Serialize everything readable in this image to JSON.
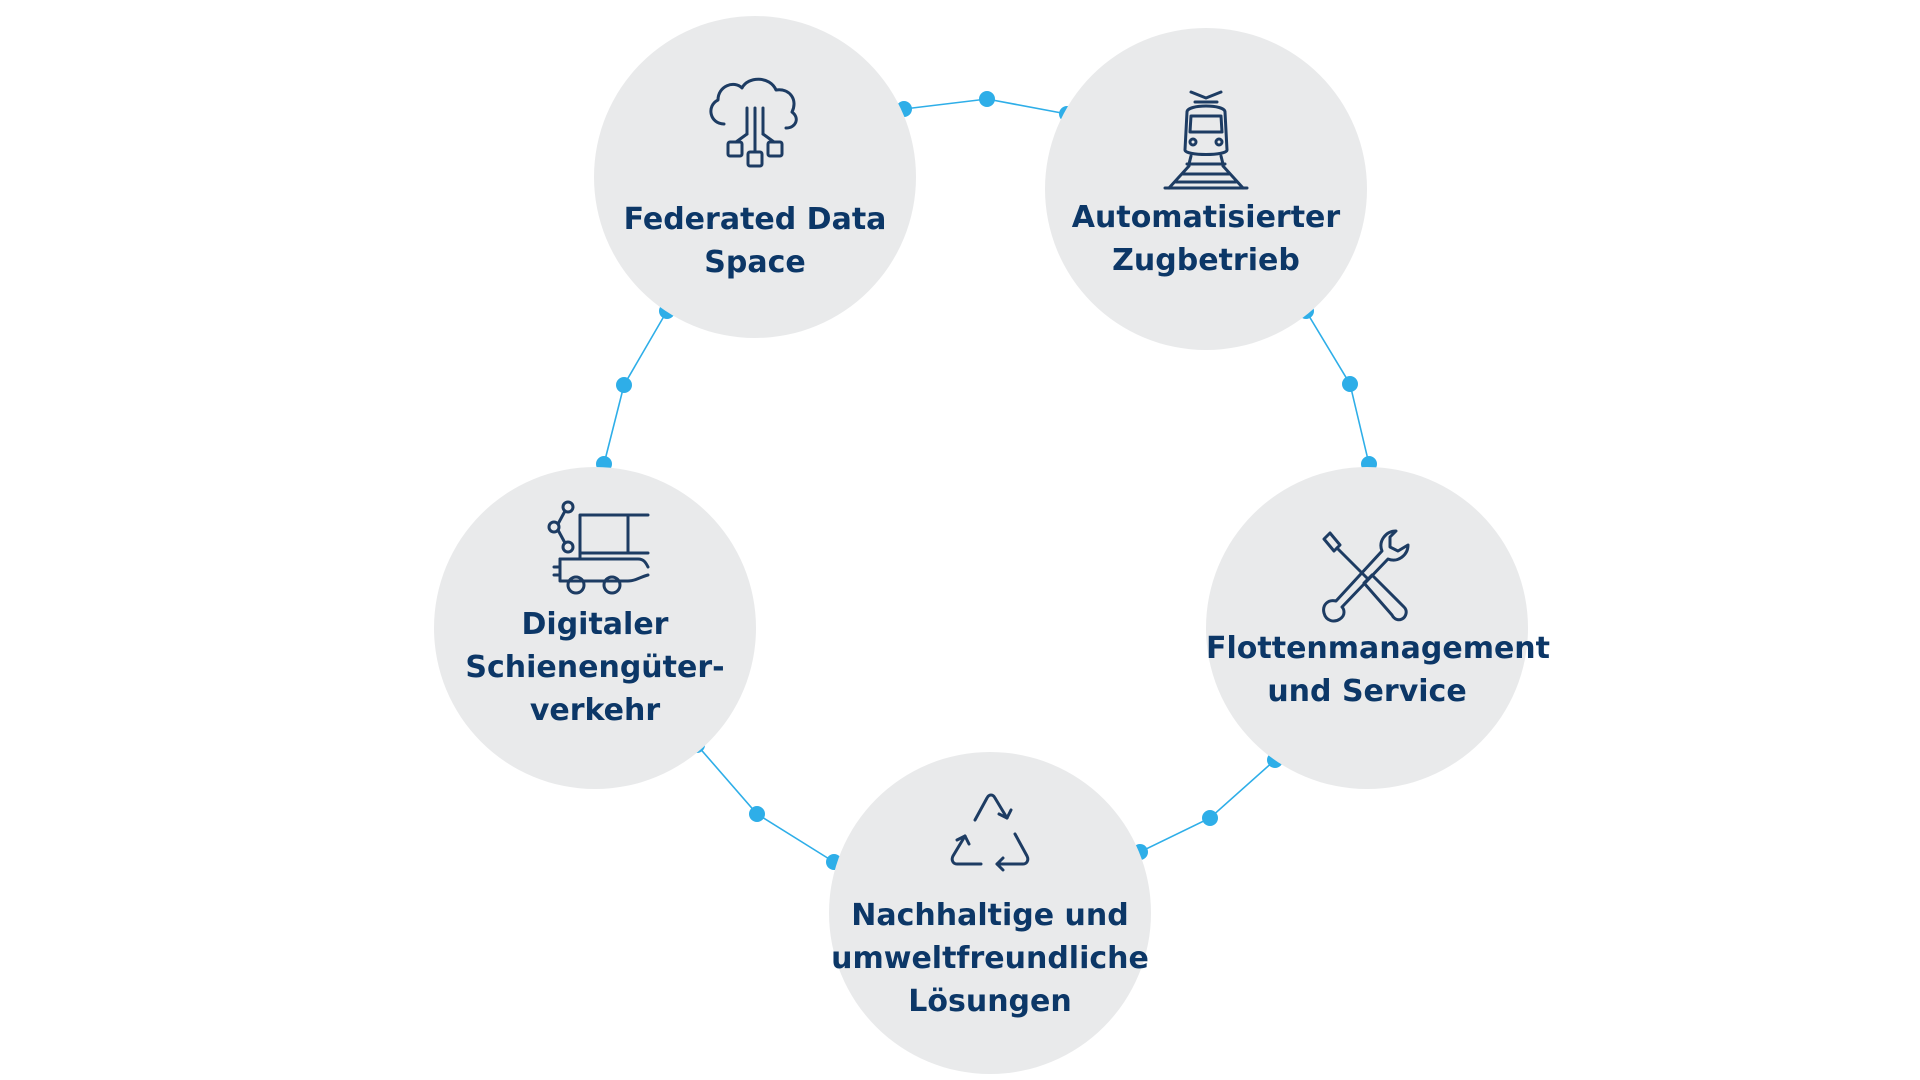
{
  "diagram": {
    "nodes": [
      {
        "id": "federated",
        "label": "Federated Data\nSpace",
        "icon": "cloud-network-icon"
      },
      {
        "id": "ato",
        "label": "Automatisierter\nZugbetrieb",
        "icon": "train-icon"
      },
      {
        "id": "fleet",
        "label": "Flottenmanagement\nund Service",
        "icon": "wrench-screwdriver-icon"
      },
      {
        "id": "sustainable",
        "label": "Nachhaltige und\numweltfreundliche\nLösungen",
        "icon": "recycle-icon"
      },
      {
        "id": "freight",
        "label": "Digitaler\nSchienengüter-\nverkehr",
        "icon": "freight-wagon-network-icon"
      }
    ],
    "colors": {
      "node_fill": "#e9eaeb",
      "text": "#0c3767",
      "icon_stroke": "#1d3c63",
      "connector": "#2eaee8"
    }
  }
}
